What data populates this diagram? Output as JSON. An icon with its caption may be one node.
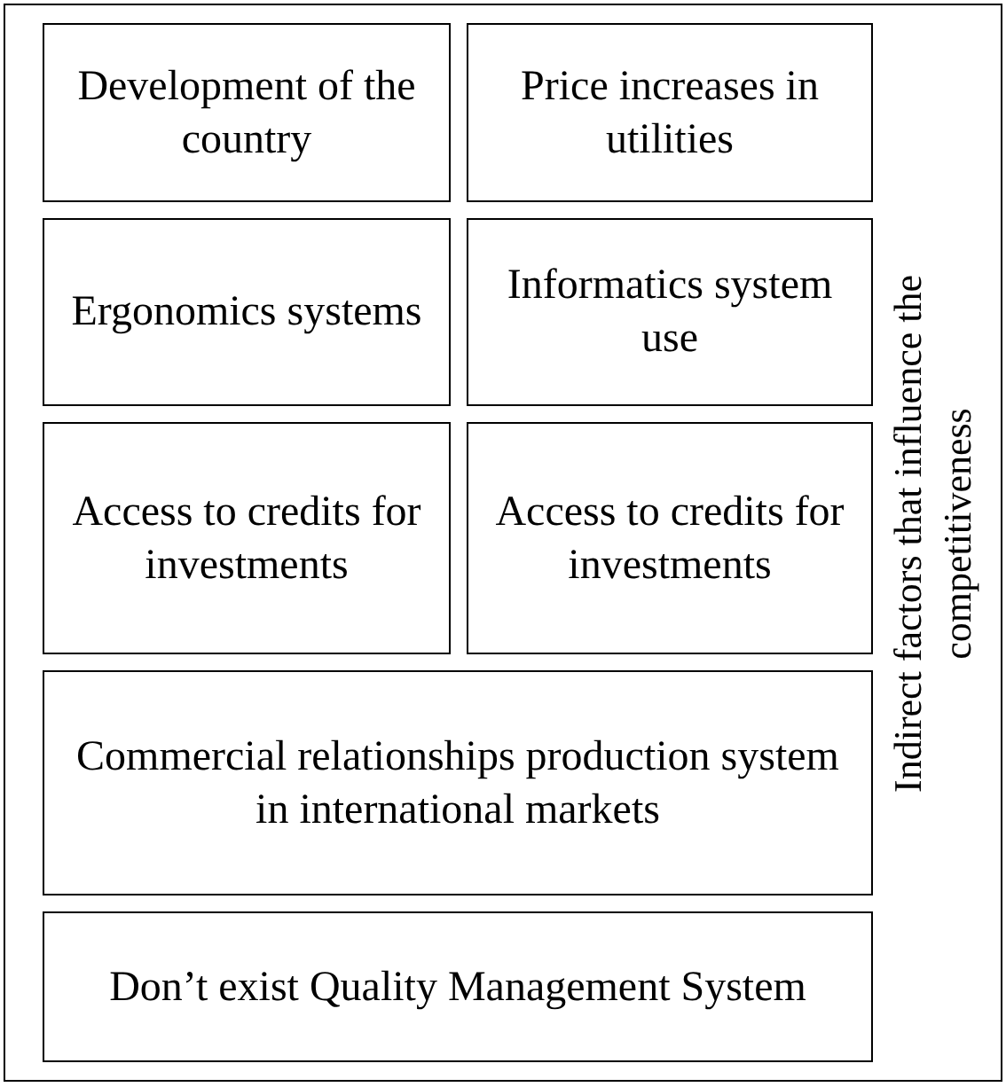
{
  "diagram": {
    "nodes": [
      {
        "text": [
          "Indirect factors that influence the competitiveness"
        ]
      },
      {
        "text": [
          "Development of the country"
        ],
        "in": 0
      },
      {
        "text": [
          "Price increases in utilities"
        ],
        "in": 0
      },
      {
        "text": [
          "Ergonomics systems"
        ],
        "in": 0
      },
      {
        "text": [
          "Informatics system use"
        ],
        "in": 0
      },
      {
        "text": [
          "Access to credits for investments"
        ],
        "in": 0
      },
      {
        "text": [
          "Access to credits for investments"
        ],
        "in": 0
      },
      {
        "text": [
          "Commercial relationships production system in international markets"
        ],
        "in": 0
      },
      {
        "text": [
          "Don’t exist Quality Management System"
        ],
        "in": 0
      }
    ]
  }
}
